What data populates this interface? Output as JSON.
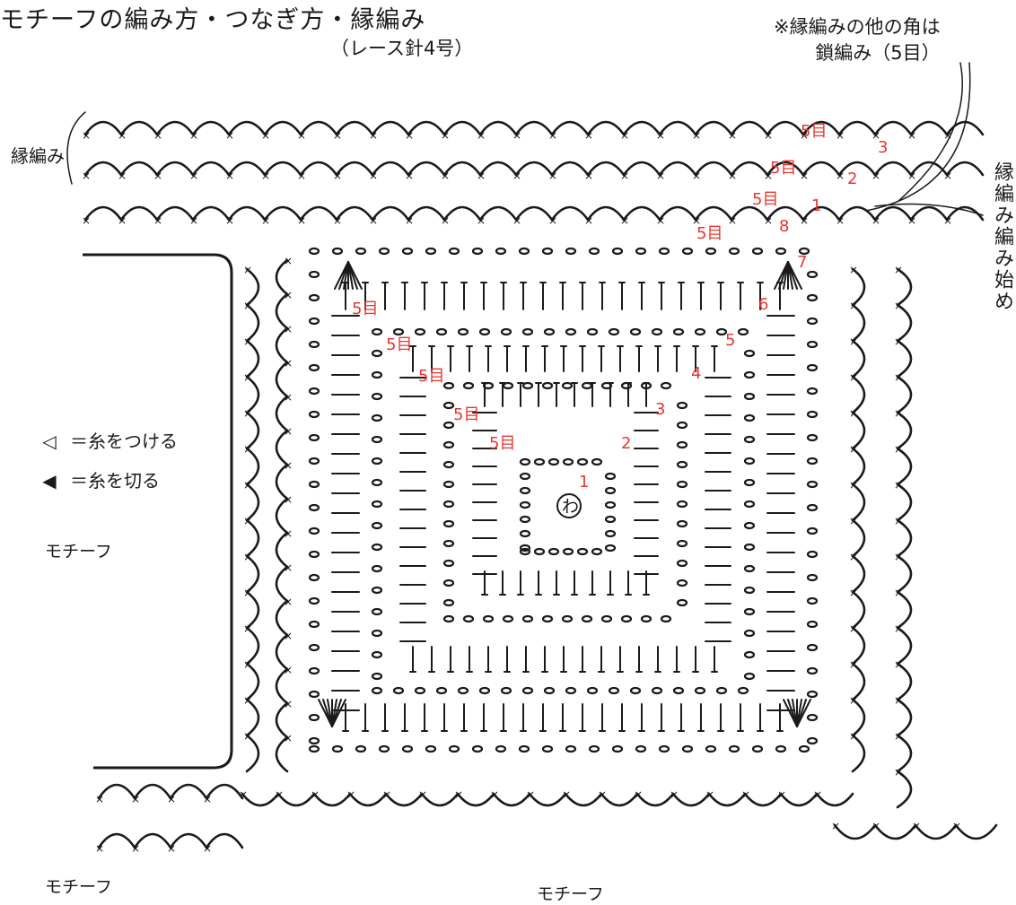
{
  "title": "モチーフの編み方・つなぎ方・縁編み",
  "subtitle": "（レース針4号）",
  "note": {
    "line1": "※縁編みの他の角は",
    "line2": "鎖編み（5目）"
  },
  "edge_label": "縁編み",
  "edge_start_label": "縁編み編み始め",
  "legend": [
    {
      "symbol": "◁",
      "text": "＝糸をつける",
      "icon": "open-triangle-icon"
    },
    {
      "symbol": "◀",
      "text": "＝糸を切る",
      "icon": "filled-triangle-icon"
    }
  ],
  "motif_labels": {
    "left": "モチーフ",
    "bottom_left": "モチーフ",
    "bottom": "モチーフ"
  },
  "ring_label": "わ",
  "chain_label": "5目",
  "round_numbers": [
    "1",
    "2",
    "3",
    "4",
    "5",
    "6",
    "7",
    "8"
  ],
  "edge_round_numbers": [
    "1",
    "2",
    "3"
  ],
  "colors": {
    "ink": "#1a1a1a",
    "round_number": "#e5372f",
    "background": "#ffffff"
  }
}
